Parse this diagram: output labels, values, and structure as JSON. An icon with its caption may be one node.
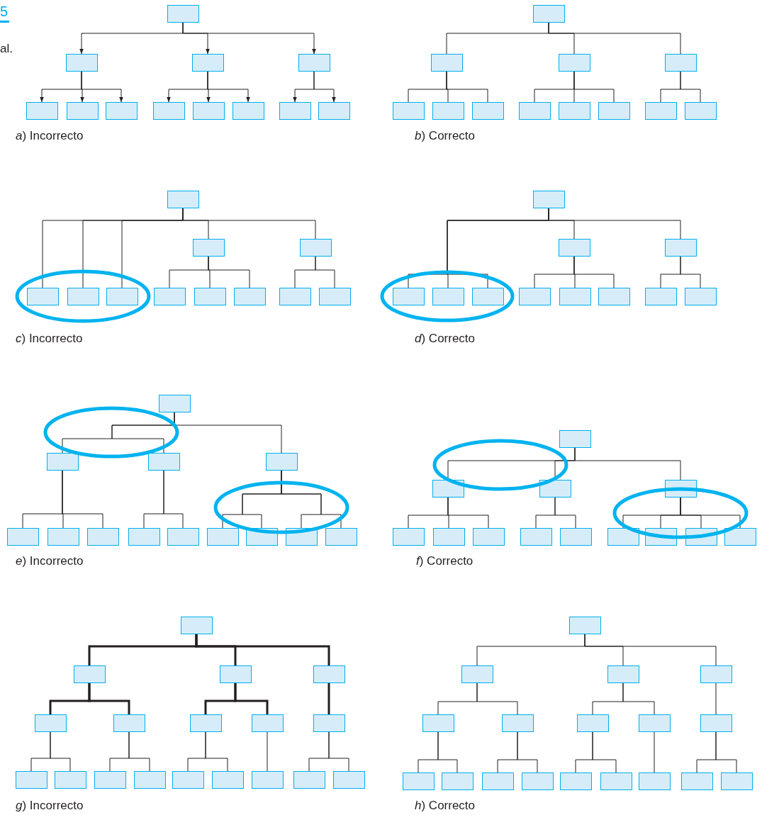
{
  "diagram": {
    "nodes": [
      {
        "text": [],
        "shape": "box"
      },
      {
        "text": [],
        "shape": "box"
      },
      {
        "text": [],
        "shape": "box"
      },
      {
        "text": [],
        "shape": "box"
      },
      {
        "text": [],
        "shape": "box"
      },
      {
        "text": [],
        "shape": "box"
      },
      {
        "text": [],
        "shape": "box"
      },
      {
        "text": [],
        "shape": "box"
      },
      {
        "text": [],
        "shape": "box"
      },
      {
        "text": [],
        "shape": "box"
      },
      {
        "text": [],
        "shape": "box"
      },
      {
        "text": [],
        "shape": "box"
      },
      {
        "text": [],
        "shape": "box"
      },
      {
        "text": [],
        "shape": "box"
      },
      {
        "text": [],
        "shape": "box"
      },
      {
        "text": [],
        "shape": "box"
      },
      {
        "text": [],
        "shape": "box"
      },
      {
        "text": [],
        "shape": "box"
      },
      {
        "text": [],
        "shape": "box"
      },
      {
        "text": [],
        "shape": "box"
      },
      {
        "text": [],
        "shape": "box"
      },
      {
        "text": [],
        "shape": "box"
      },
      {
        "text": [],
        "shape": "box"
      },
      {
        "text": [],
        "shape": "box"
      },
      {
        "text": [],
        "shape": "box"
      },
      {
        "text": [],
        "shape": "box"
      },
      {
        "text": [],
        "shape": "box"
      },
      {
        "text": [],
        "shape": "box"
      },
      {
        "text": [],
        "shape": "box"
      },
      {
        "text": [],
        "shape": "box"
      },
      {
        "text": [],
        "shape": "box"
      },
      {
        "text": [],
        "shape": "box"
      },
      {
        "text": [],
        "shape": "box"
      },
      {
        "text": [],
        "shape": "box"
      },
      {
        "text": [],
        "shape": "box"
      },
      {
        "text": [],
        "shape": "box"
      },
      {
        "text": [],
        "shape": "box"
      },
      {
        "text": [],
        "shape": "box"
      },
      {
        "text": [],
        "shape": "box"
      },
      {
        "text": [],
        "shape": "box"
      },
      {
        "text": [],
        "shape": "box"
      },
      {
        "text": [],
        "shape": "box"
      },
      {
        "text": [],
        "shape": "box"
      },
      {
        "text": [],
        "shape": "box"
      },
      {
        "text": [],
        "shape": "box"
      },
      {
        "text": [],
        "shape": "box"
      },
      {
        "text": [],
        "shape": "box"
      },
      {
        "text": [],
        "shape": "box"
      },
      {
        "text": [],
        "shape": "box"
      },
      {
        "text": [],
        "shape": "box"
      },
      {
        "text": [],
        "shape": "box"
      },
      {
        "text": [],
        "shape": "box"
      },
      {
        "text": [],
        "shape": "box"
      },
      {
        "text": [],
        "shape": "box"
      },
      {
        "text": [],
        "shape": "box"
      },
      {
        "text": [],
        "shape": "box"
      },
      {
        "text": [],
        "shape": "box"
      },
      {
        "text": [],
        "shape": "box"
      },
      {
        "text": [],
        "shape": "box"
      },
      {
        "text": [],
        "shape": "box"
      },
      {
        "text": [],
        "shape": "box"
      },
      {
        "text": [],
        "shape": "box"
      },
      {
        "text": [],
        "shape": "box"
      },
      {
        "text": [],
        "shape": "box"
      },
      {
        "text": [],
        "shape": "box"
      },
      {
        "text": [],
        "shape": "box"
      },
      {
        "text": [],
        "shape": "box"
      },
      {
        "text": [],
        "shape": "box"
      },
      {
        "text": [],
        "shape": "box"
      },
      {
        "text": [],
        "shape": "box"
      },
      {
        "text": [],
        "shape": "box"
      },
      {
        "text": [],
        "shape": "box"
      },
      {
        "text": [],
        "shape": "box"
      },
      {
        "text": [],
        "shape": "box"
      },
      {
        "text": [],
        "shape": "box"
      },
      {
        "text": [],
        "shape": "box"
      },
      {
        "text": [],
        "shape": "box"
      },
      {
        "text": [],
        "shape": "box"
      },
      {
        "text": [],
        "shape": "box"
      },
      {
        "text": [],
        "shape": "box"
      },
      {
        "text": [],
        "shape": "box"
      },
      {
        "text": [],
        "shape": "box"
      },
      {
        "text": [],
        "shape": "box"
      },
      {
        "text": [],
        "shape": "box"
      },
      {
        "text": [],
        "shape": "box"
      },
      {
        "text": [],
        "shape": "box"
      },
      {
        "text": [],
        "shape": "box"
      },
      {
        "text": [],
        "shape": "box"
      },
      {
        "text": [],
        "shape": "box"
      },
      {
        "text": [],
        "shape": "box"
      },
      {
        "text": [],
        "shape": "box"
      },
      {
        "text": [],
        "shape": "box"
      },
      {
        "text": [],
        "shape": "box"
      },
      {
        "text": [],
        "shape": "box"
      },
      {
        "text": [],
        "shape": "box"
      },
      {
        "text": [],
        "shape": "box"
      },
      {
        "text": [],
        "shape": "box"
      },
      {
        "text": [],
        "shape": "box"
      },
      {
        "text": [],
        "shape": "box"
      },
      {
        "text": [],
        "shape": "box"
      },
      {
        "text": [],
        "shape": "box"
      },
      {
        "text": [],
        "shape": "box"
      },
      {
        "text": [],
        "shape": "box"
      },
      {
        "text": [],
        "shape": "box"
      },
      {
        "text": [],
        "shape": "box"
      },
      {
        "text": [],
        "shape": "box"
      },
      {
        "text": [],
        "shape": "box"
      },
      {
        "text": [],
        "shape": "box"
      }
    ],
    "edges": [
      {
        "from": 0,
        "to": 1,
        "arrow": "to"
      },
      {
        "from": 0,
        "to": 2,
        "arrow": "to"
      },
      {
        "from": 0,
        "to": 3,
        "arrow": "to"
      },
      {
        "from": 1,
        "to": 4,
        "arrow": "to"
      },
      {
        "from": 1,
        "to": 5,
        "arrow": "to"
      },
      {
        "from": 1,
        "to": 6,
        "arrow": "to"
      },
      {
        "from": 2,
        "to": 7,
        "arrow": "to"
      },
      {
        "from": 2,
        "to": 8,
        "arrow": "to"
      },
      {
        "from": 2,
        "to": 9,
        "arrow": "to"
      },
      {
        "from": 3,
        "to": 10,
        "arrow": "to"
      },
      {
        "from": 3,
        "to": 11,
        "arrow": "to"
      },
      {
        "from": 12,
        "to": 13,
        "arrow": "none"
      },
      {
        "from": 12,
        "to": 14,
        "arrow": "none"
      },
      {
        "from": 12,
        "to": 15,
        "arrow": "none"
      },
      {
        "from": 13,
        "to": 16,
        "arrow": "none"
      },
      {
        "from": 13,
        "to": 17,
        "arrow": "none"
      },
      {
        "from": 13,
        "to": 18,
        "arrow": "none"
      },
      {
        "from": 14,
        "to": 19,
        "arrow": "none"
      },
      {
        "from": 14,
        "to": 20,
        "arrow": "none"
      },
      {
        "from": 14,
        "to": 21,
        "arrow": "none"
      },
      {
        "from": 15,
        "to": 22,
        "arrow": "none"
      },
      {
        "from": 15,
        "to": 23,
        "arrow": "none"
      },
      {
        "from": 24,
        "to": 27,
        "arrow": "none"
      },
      {
        "from": 24,
        "to": 28,
        "arrow": "none"
      },
      {
        "from": 24,
        "to": 29,
        "arrow": "none"
      },
      {
        "from": 24,
        "to": 25,
        "arrow": "none"
      },
      {
        "from": 24,
        "to": 26,
        "arrow": "none"
      },
      {
        "from": 25,
        "to": 30,
        "arrow": "none"
      },
      {
        "from": 25,
        "to": 31,
        "arrow": "none"
      },
      {
        "from": 25,
        "to": 32,
        "arrow": "none"
      },
      {
        "from": 26,
        "to": 33,
        "arrow": "none"
      },
      {
        "from": 26,
        "to": 34,
        "arrow": "none"
      },
      {
        "from": 35,
        "to": 38,
        "arrow": "none"
      },
      {
        "from": 35,
        "to": 39,
        "arrow": "none"
      },
      {
        "from": 35,
        "to": 40,
        "arrow": "none"
      },
      {
        "from": 35,
        "to": 36,
        "arrow": "none"
      },
      {
        "from": 35,
        "to": 37,
        "arrow": "none"
      },
      {
        "from": 36,
        "to": 41,
        "arrow": "none"
      },
      {
        "from": 36,
        "to": 42,
        "arrow": "none"
      },
      {
        "from": 36,
        "to": 43,
        "arrow": "none"
      },
      {
        "from": 37,
        "to": 44,
        "arrow": "none"
      },
      {
        "from": 37,
        "to": 45,
        "arrow": "none"
      },
      {
        "from": 46,
        "to": 47,
        "arrow": "none"
      },
      {
        "from": 46,
        "to": 48,
        "arrow": "none"
      },
      {
        "from": 46,
        "to": 49,
        "arrow": "none"
      },
      {
        "from": 47,
        "to": 50,
        "arrow": "none"
      },
      {
        "from": 47,
        "to": 51,
        "arrow": "none"
      },
      {
        "from": 47,
        "to": 52,
        "arrow": "none"
      },
      {
        "from": 48,
        "to": 53,
        "arrow": "none"
      },
      {
        "from": 48,
        "to": 54,
        "arrow": "none"
      },
      {
        "from": 49,
        "to": 55,
        "arrow": "none"
      },
      {
        "from": 49,
        "to": 56,
        "arrow": "none"
      },
      {
        "from": 49,
        "to": 57,
        "arrow": "none"
      },
      {
        "from": 49,
        "to": 58,
        "arrow": "none"
      },
      {
        "from": 59,
        "to": 60,
        "arrow": "none"
      },
      {
        "from": 59,
        "to": 61,
        "arrow": "none"
      },
      {
        "from": 59,
        "to": 62,
        "arrow": "none"
      },
      {
        "from": 60,
        "to": 63,
        "arrow": "none"
      },
      {
        "from": 60,
        "to": 64,
        "arrow": "none"
      },
      {
        "from": 60,
        "to": 65,
        "arrow": "none"
      },
      {
        "from": 61,
        "to": 66,
        "arrow": "none"
      },
      {
        "from": 61,
        "to": 67,
        "arrow": "none"
      },
      {
        "from": 62,
        "to": 68,
        "arrow": "none"
      },
      {
        "from": 62,
        "to": 69,
        "arrow": "none"
      },
      {
        "from": 62,
        "to": 70,
        "arrow": "none"
      },
      {
        "from": 62,
        "to": 71,
        "arrow": "none"
      },
      {
        "from": 72,
        "to": 73,
        "arrow": "none",
        "style": "thick"
      },
      {
        "from": 72,
        "to": 74,
        "arrow": "none",
        "style": "thick"
      },
      {
        "from": 72,
        "to": 75,
        "arrow": "none",
        "style": "thick"
      },
      {
        "from": 73,
        "to": 76,
        "arrow": "none",
        "style": "thick"
      },
      {
        "from": 73,
        "to": 77,
        "arrow": "none",
        "style": "thick"
      },
      {
        "from": 74,
        "to": 78,
        "arrow": "none",
        "style": "thick"
      },
      {
        "from": 74,
        "to": 79,
        "arrow": "none",
        "style": "thick"
      },
      {
        "from": 75,
        "to": 80,
        "arrow": "none",
        "style": "thick"
      },
      {
        "from": 76,
        "to": 81,
        "arrow": "none"
      },
      {
        "from": 76,
        "to": 82,
        "arrow": "none"
      },
      {
        "from": 77,
        "to": 83,
        "arrow": "none"
      },
      {
        "from": 77,
        "to": 84,
        "arrow": "none"
      },
      {
        "from": 78,
        "to": 85,
        "arrow": "none"
      },
      {
        "from": 78,
        "to": 86,
        "arrow": "none"
      },
      {
        "from": 79,
        "to": 87,
        "arrow": "none"
      },
      {
        "from": 80,
        "to": 88,
        "arrow": "none"
      },
      {
        "from": 80,
        "to": 89,
        "arrow": "none"
      },
      {
        "from": 90,
        "to": 91,
        "arrow": "none"
      },
      {
        "from": 90,
        "to": 92,
        "arrow": "none"
      },
      {
        "from": 90,
        "to": 93,
        "arrow": "none"
      },
      {
        "from": 91,
        "to": 94,
        "arrow": "none"
      },
      {
        "from": 91,
        "to": 95,
        "arrow": "none"
      },
      {
        "from": 92,
        "to": 96,
        "arrow": "none"
      },
      {
        "from": 92,
        "to": 97,
        "arrow": "none"
      },
      {
        "from": 93,
        "to": 98,
        "arrow": "none"
      },
      {
        "from": 94,
        "to": 99,
        "arrow": "none"
      },
      {
        "from": 94,
        "to": 100,
        "arrow": "none"
      },
      {
        "from": 95,
        "to": 101,
        "arrow": "none"
      },
      {
        "from": 95,
        "to": 102,
        "arrow": "none"
      },
      {
        "from": 96,
        "to": 103,
        "arrow": "none"
      },
      {
        "from": 96,
        "to": 104,
        "arrow": "none"
      },
      {
        "from": 97,
        "to": 105,
        "arrow": "none"
      },
      {
        "from": 98,
        "to": 106,
        "arrow": "none"
      },
      {
        "from": 98,
        "to": 107,
        "arrow": "none"
      }
    ],
    "labels": [
      "5",
      "al.",
      "*a*) Incorrecto",
      "*b*) Correcto",
      "*c*) Incorrecto",
      "*d*) Correcto",
      "*e*) Incorrecto",
      "*f*) Correcto",
      "*g*) Incorrecto",
      "*h*) Correcto"
    ]
  }
}
